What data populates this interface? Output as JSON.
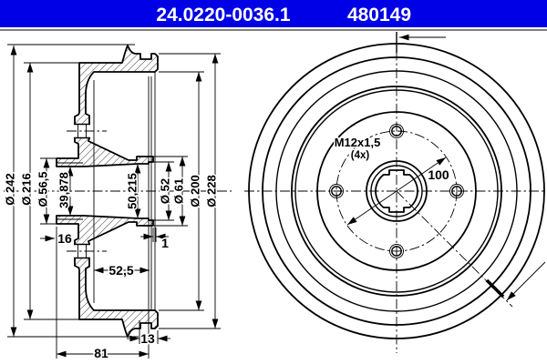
{
  "header": {
    "part_number": "24.0220-0036.1",
    "reference_number": "480149",
    "bg_color": "#0000e6",
    "text_color": "#ffffff"
  },
  "section_view": {
    "diameters": {
      "outer_lip": "Ø 242",
      "body": "Ø 216",
      "hub": "Ø 56,5",
      "bearing_seat_small": "39,878",
      "bearing_seat_large": "50,215",
      "pilot_small": "Ø 52",
      "pilot_large": "Ø 61",
      "braking_surface": "Ø 200",
      "rim_flange": "Ø 228"
    },
    "lengths": {
      "hub_protrusion": "16",
      "pilot_recess": "1",
      "drum_depth": "52,5",
      "rim_edge_width": "13",
      "total_width": "81"
    }
  },
  "front_view": {
    "thread_spec": "M12x1,5",
    "thread_count": "(4x)",
    "bolt_circle_diameter": "100"
  },
  "drawing": {
    "line_color": "#000000",
    "background": "#ffffff"
  }
}
